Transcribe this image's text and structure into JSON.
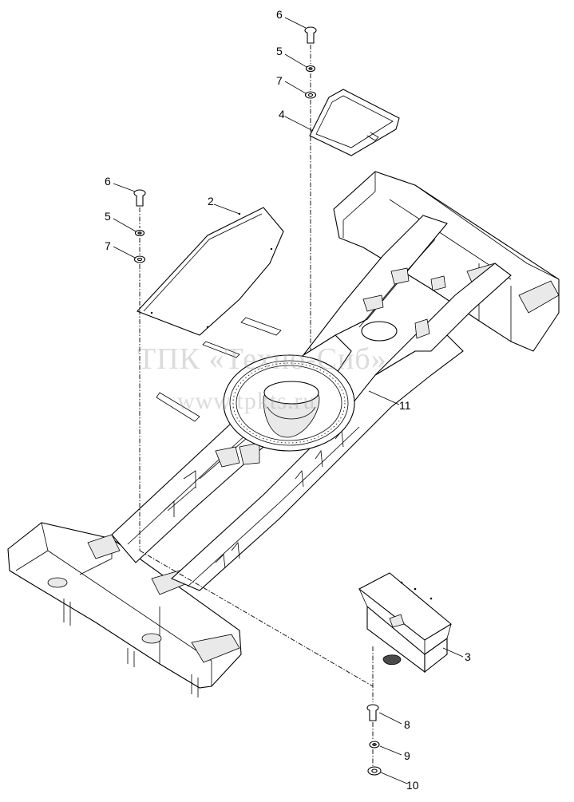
{
  "watermark": {
    "line1": "ТПК «Техно-Сиб»",
    "line2": "www.tpkts.ru"
  },
  "callouts": {
    "c6_top": "6",
    "c5_top": "5",
    "c7_top": "7",
    "c4": "4",
    "c6_left": "6",
    "c2": "2",
    "c5_left": "5",
    "c7_left": "7",
    "c11": "11",
    "c3": "3",
    "c8": "8",
    "c9": "9",
    "c10": "10"
  },
  "colors": {
    "line": "#000000",
    "background": "#ffffff",
    "watermark": "#9a9a9a"
  }
}
